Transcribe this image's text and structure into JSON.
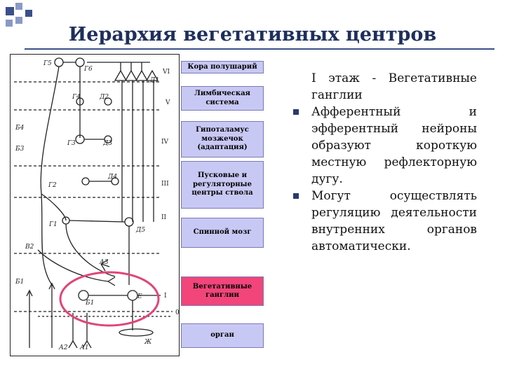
{
  "title": "Иерархия вегетативных центров",
  "levels": [
    {
      "label": "Кора полушарий"
    },
    {
      "label": "Лимбическая система"
    },
    {
      "label": "Гипоталамус мозжечок (адаптация)"
    },
    {
      "label": "Пусковые и регуляторные центры ствола"
    },
    {
      "label": "Спинной мозг"
    },
    {
      "label": "Вегетативные ганглии"
    },
    {
      "label": "орган"
    }
  ],
  "text": {
    "heading_line1": "I  этаж  -  Вегетативные",
    "heading_line2": "ганглии",
    "bullets": [
      "Афферентный и эфферентный нейроны образуют короткую местную рефлекторную дугу.",
      "Могут осуществлять регуляцию деятельности внутренних органов автоматически."
    ]
  },
  "figure": {
    "roman_levels": [
      "VI",
      "V",
      "IV",
      "III",
      "II",
      "I",
      "0"
    ],
    "neuron_labels": [
      "Г5",
      "Г6",
      "Д1",
      "Г4",
      "Д2",
      "Б4",
      "Б3",
      "Г3",
      "Д3",
      "Д4",
      "Г2",
      "Г1",
      "Д5",
      "В2",
      "А3",
      "Б1",
      "Б1",
      "Е",
      "Ж",
      "А2",
      "А1"
    ]
  },
  "colors": {
    "title": "#1f2f5c",
    "box_fill": "#c8c8f4",
    "box_active": "#f2457a",
    "highlight_circle": "#e0457a",
    "corner": "#3b4f8a"
  }
}
